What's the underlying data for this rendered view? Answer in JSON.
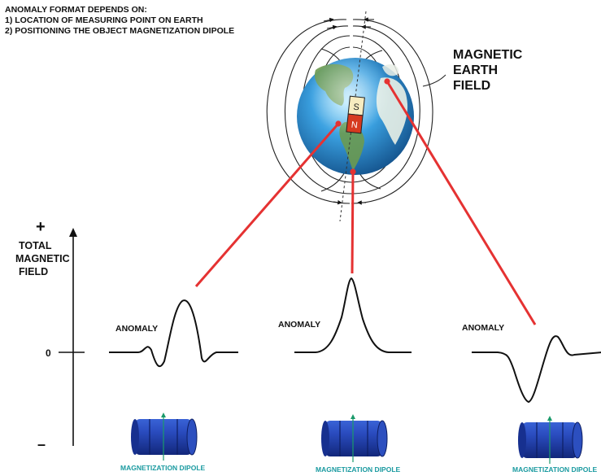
{
  "header": {
    "title": "ANOMALY FORMAT DEPENDS ON:",
    "item1": "1) LOCATION OF MEASURING POINT ON EARTH",
    "item2": "2) POSITIONING THE OBJECT MAGNETIZATION DIPOLE"
  },
  "earth_label": {
    "line1": "MAGNETIC",
    "line2": "EARTH",
    "line3": "FIELD"
  },
  "magnet": {
    "south": "S",
    "north": "N"
  },
  "axis": {
    "plus": "+",
    "minus": "–",
    "zero": "0",
    "title_line1": "TOTAL",
    "title_line2": "MAGNETIC",
    "title_line3": "FIELD"
  },
  "anomalies": [
    {
      "label": "ANOMALY",
      "dipole_label": "MAGNETIZATION DIPOLE"
    },
    {
      "label": "ANOMALY",
      "dipole_label": "MAGNETIZATION DIPOLE"
    },
    {
      "label": "ANOMALY",
      "dipole_label": "MAGNETIZATION DIPOLE"
    }
  ],
  "colors": {
    "pointer": "#e53232",
    "ocean": "#2f86c8",
    "land": "#5f8a4a",
    "barrel": "#1f3f9f",
    "dipole_arrow": "#1a9a6a",
    "dipole_text": "#1a9aa0",
    "magnet_south": "#f7ecc0",
    "magnet_north": "#d63a1f"
  }
}
